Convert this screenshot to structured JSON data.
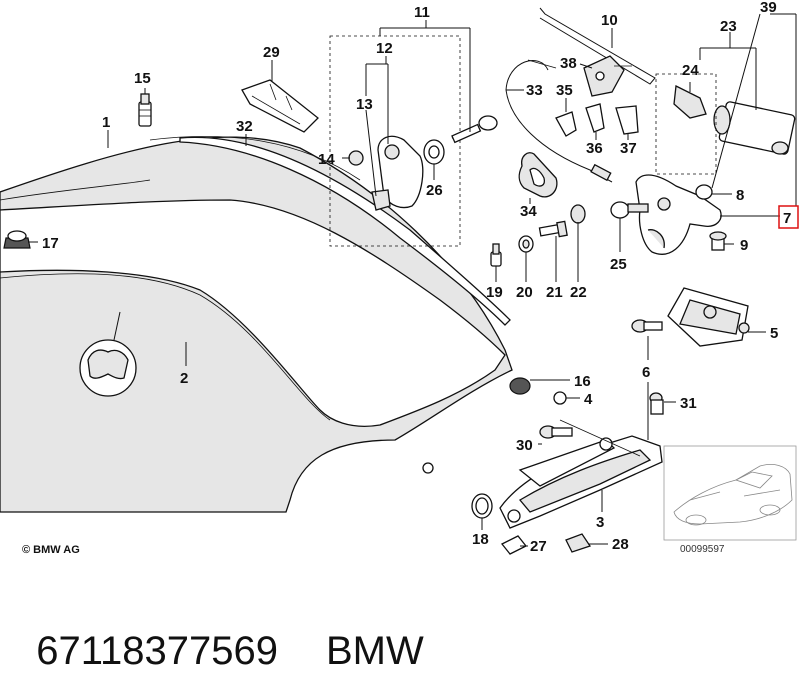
{
  "diagram": {
    "copyright": "© BMW AG",
    "image_number": "00099597",
    "highlighted_label": "7",
    "labels": [
      "1",
      "2",
      "3",
      "4",
      "5",
      "6",
      "7",
      "8",
      "9",
      "10",
      "11",
      "12",
      "13",
      "14",
      "15",
      "16",
      "17",
      "18",
      "19",
      "20",
      "21",
      "22",
      "23",
      "24",
      "25",
      "26",
      "27",
      "28",
      "29",
      "30",
      "31",
      "32",
      "33",
      "34",
      "35",
      "36",
      "37",
      "38",
      "39"
    ]
  },
  "footer": {
    "part_number": "67118377569",
    "brand": "BMW"
  }
}
